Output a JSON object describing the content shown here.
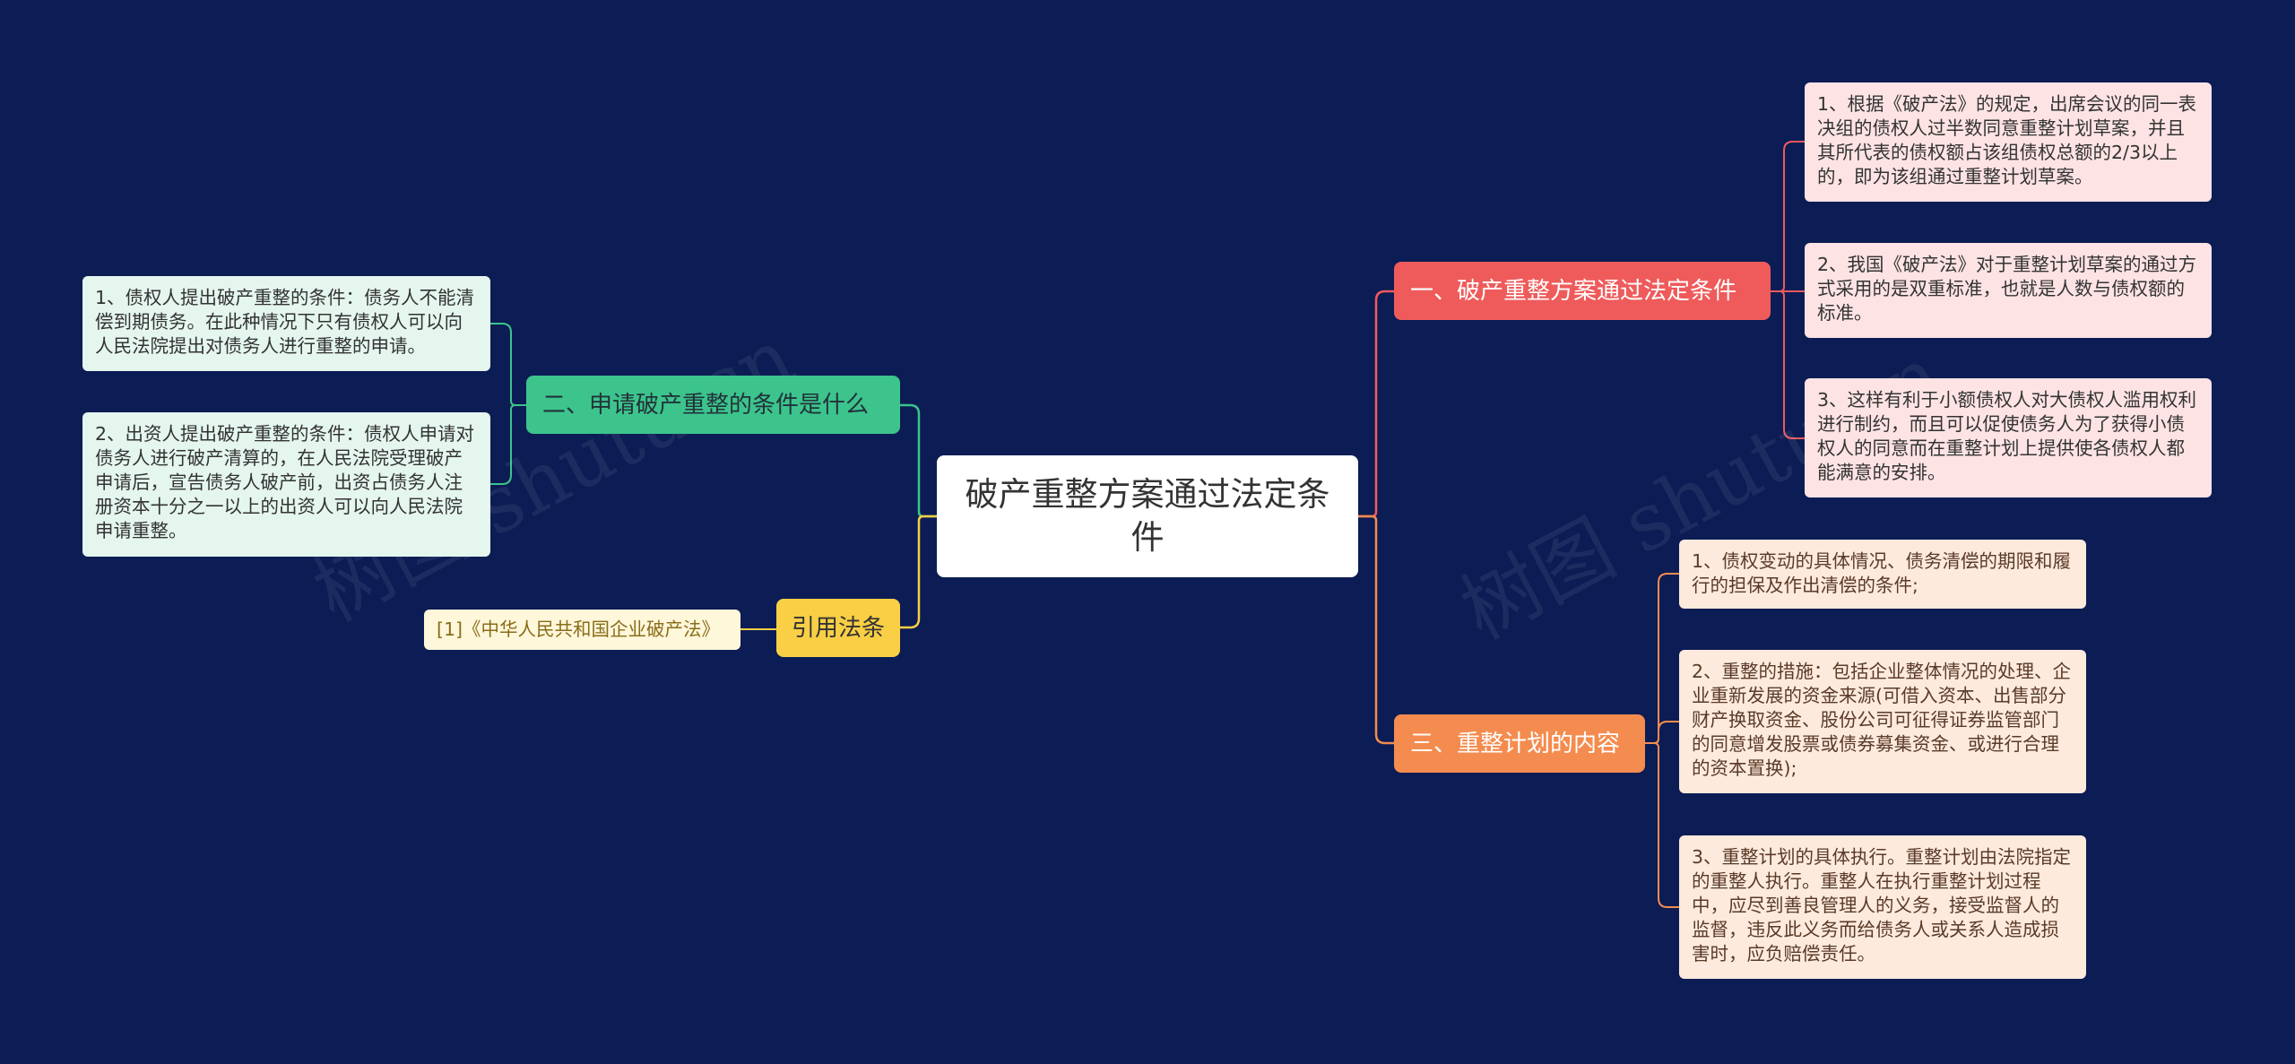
{
  "watermark": "树图 shutu.cn",
  "colors": {
    "background": "#0c1c54",
    "branch1": "#ef5b5b",
    "branch2": "#f48c4f",
    "branch3": "#3cc48c",
    "branch4": "#f8cf45"
  },
  "root": {
    "text": "破产重整方案通过法定条件"
  },
  "branches": {
    "b1": {
      "label": "一、破产重整方案通过法定条件",
      "items": [
        "1、根据《破产法》的规定，出席会议的同一表决组的债权人过半数同意重整计划草案，并且其所代表的债权额占该组债权总额的2/3以上的，即为该组通过重整计划草案。",
        "2、我国《破产法》对于重整计划草案的通过方式采用的是双重标准，也就是人数与债权额的标准。",
        "3、这样有利于小额债权人对大债权人滥用权利进行制约，而且可以促使债务人为了获得小债权人的同意而在重整计划上提供使各债权人都能满意的安排。"
      ]
    },
    "b2": {
      "label": "三、重整计划的内容",
      "items": [
        "1、债权变动的具体情况、债务清偿的期限和履行的担保及作出清偿的条件;",
        "2、重整的措施：包括企业整体情况的处理、企业重新发展的资金来源(可借入资本、出售部分财产换取资金、股份公司可征得证券监管部门的同意增发股票或债券募集资金、或进行合理的资本置换);",
        "3、重整计划的具体执行。重整计划由法院指定的重整人执行。重整人在执行重整计划过程中，应尽到善良管理人的义务，接受监督人的监督，违反此义务而给债务人或关系人造成损害时，应负赔偿责任。"
      ]
    },
    "b3": {
      "label": "二、申请破产重整的条件是什么",
      "items": [
        "1、债权人提出破产重整的条件：债务人不能清偿到期债务。在此种情况下只有债权人可以向人民法院提出对债务人进行重整的申请。",
        "2、出资人提出破产重整的条件：债权人申请对债务人进行破产清算的，在人民法院受理破产申请后，宣告债务人破产前，出资占债务人注册资本十分之一以上的出资人可以向人民法院申请重整。"
      ]
    },
    "b4": {
      "label": "引用法条",
      "items": [
        "[1]《中华人民共和国企业破产法》"
      ]
    }
  }
}
